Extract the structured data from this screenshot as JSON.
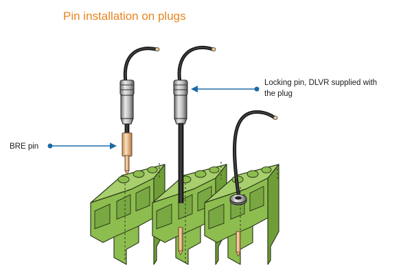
{
  "title": "Pin installation on plugs",
  "callouts": {
    "bre_pin": "BRE pin",
    "locking_pin_line1": "Locking pin, DLVR supplied with",
    "locking_pin_line2": "the plug"
  },
  "colors": {
    "title": "#e8851e",
    "label": "#1a1a1a",
    "callout": "#1b6aa5",
    "plug_top": "#a8cf6e",
    "plug_front": "#8dbd4f",
    "plug_side": "#6f9e38",
    "plug_outline": "#2e3b1c",
    "cable": "#1a1a1a",
    "connector_body": "#b8b8b8",
    "brass_pin": "#f0c89a"
  }
}
